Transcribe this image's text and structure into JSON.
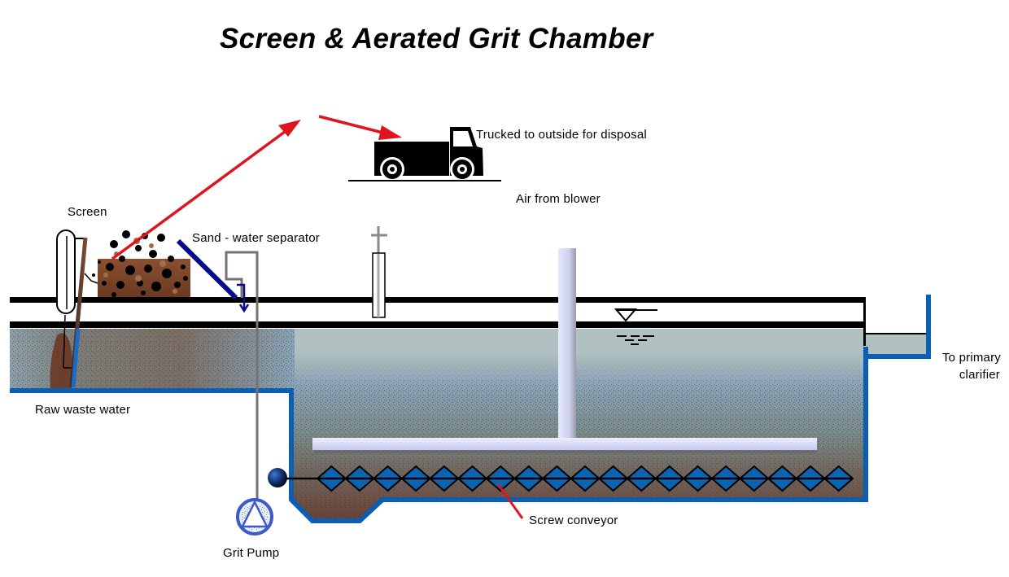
{
  "title": "Screen & Aerated Grit Chamber",
  "labels": {
    "truck": "Trucked to outside for disposal",
    "air": "Air from blower",
    "screen": "Screen",
    "separator": "Sand - water separator",
    "raw_water": "Raw waste water",
    "primary_clarifier_line1": "To primary",
    "primary_clarifier_line2": "clarifier",
    "grit_pump": "Grit Pump",
    "screw_conveyor": "Screw conveyor"
  },
  "colors": {
    "arrow_red": "#e0141e",
    "tank_wall_blue": "#0a5fb4",
    "separator_blue": "#0a0a8c",
    "water": "#b1c0c0",
    "grit_brown": "#6a3a24",
    "diffuser": "#d7daf5",
    "pipe_gray": "#7a7070",
    "screw_blue": "#0a64b4"
  },
  "screw_flights": 19
}
